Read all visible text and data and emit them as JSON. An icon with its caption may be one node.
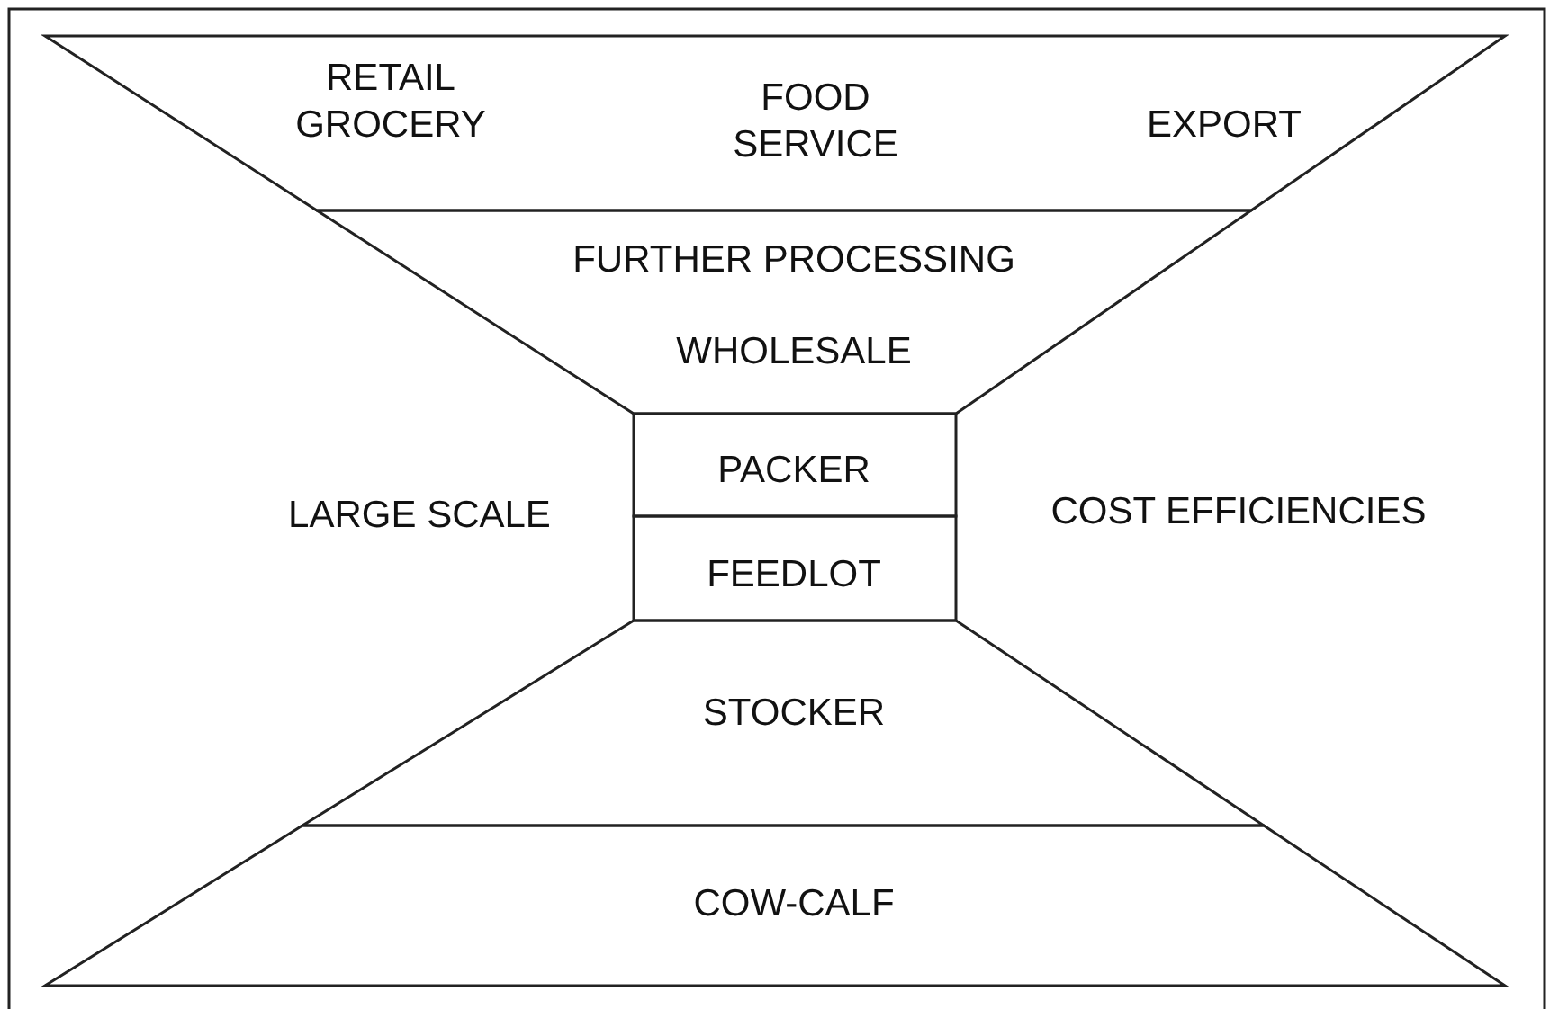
{
  "diagram": {
    "nodes": [
      {
        "text": [
          "RETAIL GROCERY",
          "FOOD SERVICE",
          "EXPORT"
        ]
      },
      {
        "text": [
          "FURTHER PROCESSING",
          "WHOLESALE"
        ]
      },
      {
        "text": [
          "PACKER"
        ]
      },
      {
        "text": [
          "FEEDLOT"
        ]
      },
      {
        "text": [
          "STOCKER"
        ]
      },
      {
        "text": [
          "COW-CALF"
        ]
      }
    ],
    "labels": [
      "LARGE SCALE",
      "COST EFFICIENCIES"
    ]
  }
}
